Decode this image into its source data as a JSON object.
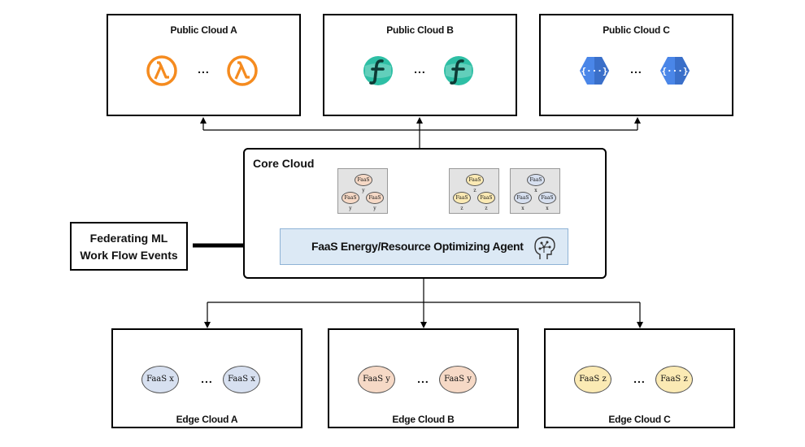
{
  "public_clouds": [
    {
      "title": "Public Cloud A",
      "icon": "aws-lambda-icon",
      "color": "#f58b1f",
      "ellipsis": "..."
    },
    {
      "title": "Public Cloud B",
      "icon": "openfaas-icon",
      "color": "#2ebfa5",
      "ellipsis": "..."
    },
    {
      "title": "Public Cloud C",
      "icon": "google-cloud-functions-icon",
      "color": "#4a86e8",
      "ellipsis": "..."
    }
  ],
  "core_cloud": {
    "title": "Core Cloud",
    "agent_label": "FaaS Energy/Resource Optimizing Agent",
    "agent_icon": "brain-icon",
    "pods": [
      {
        "fn": "FaaS y",
        "color": "#f6d9c6"
      },
      {
        "fn": "FaaS z",
        "color": "#fbeab4"
      },
      {
        "fn": "FaaS x",
        "color": "#d7e0f0"
      }
    ]
  },
  "input": {
    "line1": "Federating ML",
    "line2": "Work Flow Events"
  },
  "edge_clouds": [
    {
      "title": "Edge Cloud A",
      "fn": "FaaS x",
      "color": "#d7e0f0",
      "ellipsis": "..."
    },
    {
      "title": "Edge Cloud B",
      "fn": "FaaS y",
      "color": "#f6d9c6",
      "ellipsis": "..."
    },
    {
      "title": "Edge Cloud C",
      "fn": "FaaS z",
      "color": "#fbeab4",
      "ellipsis": "..."
    }
  ]
}
